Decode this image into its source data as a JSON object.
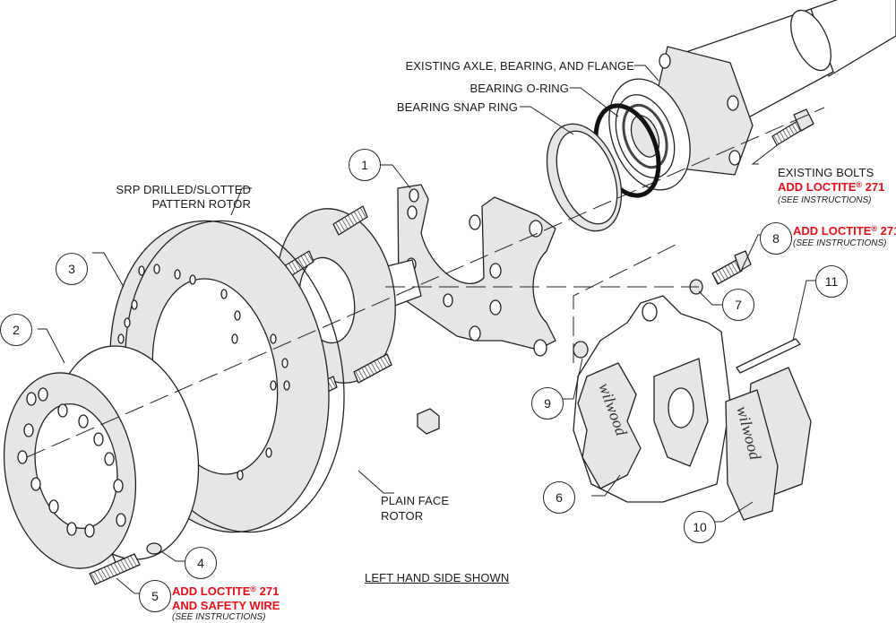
{
  "diagram": {
    "title": "LEFT HAND SIDE SHOWN",
    "accent_color": "#e3101a",
    "part_fill_color": "#e6e6e6",
    "labels": {
      "existing_axle": "EXISTING AXLE, BEARING, AND FLANGE",
      "bearing_oring": "BEARING O-RING",
      "bearing_snap_ring": "BEARING SNAP RING",
      "srp_rotor_line1": "SRP DRILLED/SLOTTED",
      "srp_rotor_line2": "PATTERN ROTOR",
      "plain_face_line1": "PLAIN FACE",
      "plain_face_line2": "ROTOR",
      "existing_bolts": "EXISTING BOLTS"
    },
    "notes": {
      "loctite_prefix": "ADD LOCTITE",
      "registered_mark": "®",
      "loctite_number": "271",
      "safety_wire": "AND SAFETY WIRE",
      "see_instructions": "(SEE INSTRUCTIONS)"
    },
    "callouts": [
      {
        "number": "1",
        "part": "bracket"
      },
      {
        "number": "2",
        "part": "rotor hat"
      },
      {
        "number": "3",
        "part": "srp rotor"
      },
      {
        "number": "4",
        "part": "washer"
      },
      {
        "number": "5",
        "part": "rotor bolt"
      },
      {
        "number": "6",
        "part": "caliper"
      },
      {
        "number": "7",
        "part": "washer"
      },
      {
        "number": "8",
        "part": "caliper bolt"
      },
      {
        "number": "9",
        "part": "shim"
      },
      {
        "number": "10",
        "part": "brake pads"
      },
      {
        "number": "11",
        "part": "cotter pin"
      }
    ],
    "brand_marks": [
      "wilwood",
      "wilwood"
    ]
  }
}
